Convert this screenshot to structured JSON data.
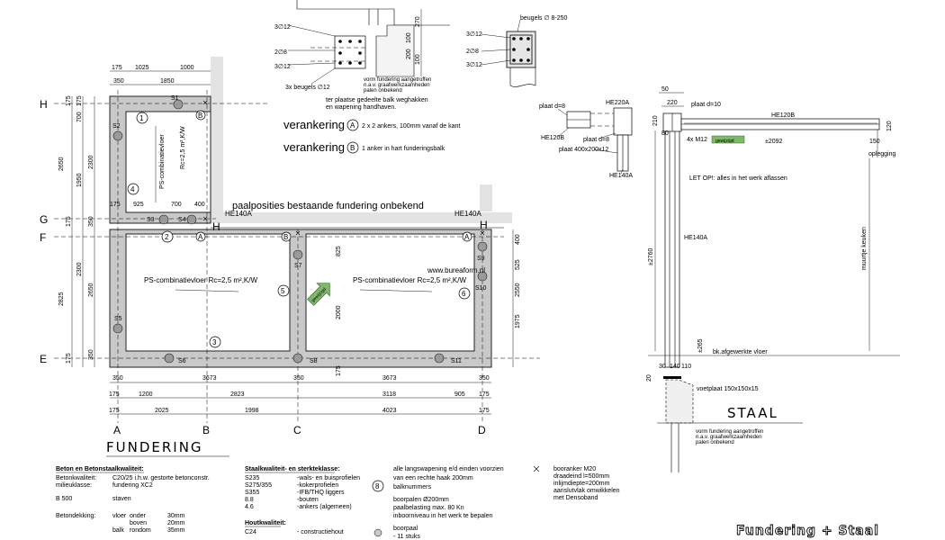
{
  "sheet_title": "Fundering + Staal",
  "plan_title": "FUNDERING",
  "steel_title": "STAAL",
  "watermark": "www.bureaform.nl",
  "grid_rows": [
    "H",
    "G",
    "F",
    "E"
  ],
  "grid_cols": [
    "A",
    "B",
    "C",
    "D"
  ],
  "room_labels": {
    "floor_small": "PS-combinatievloer",
    "rc_small": "Rc=2,5 m²,K/W",
    "floor_left": "PS-combinatievloer Rc=2,5 m²,K/W",
    "floor_right": "PS-combinatievloer Rc=2,5 m²,K/W",
    "paalposities": "paalposities bestaande fundering onbekend",
    "gewijzigd": "gewijzigd"
  },
  "beams": {
    "he140a_left": "HE140A",
    "he140a_right": "HE140A",
    "h_left": "H",
    "h_right": "H"
  },
  "piles": [
    "S1",
    "S2",
    "S3",
    "S4",
    "S5",
    "S6",
    "S7",
    "S8",
    "S9",
    "S10",
    "S11"
  ],
  "anchor_marks": {
    "a1": "A",
    "a2": "A",
    "b1": "B",
    "b2": "B"
  },
  "numbered_marks": [
    "1",
    "2",
    "3",
    "4",
    "5",
    "6"
  ],
  "dims": {
    "top1": [
      "175",
      "1025",
      "1000"
    ],
    "top2": [
      "350",
      "1850"
    ],
    "inner_top": [
      "175",
      "925",
      "700",
      "400"
    ],
    "left_a": [
      "175",
      "700",
      "2300",
      "350",
      "2300",
      "350",
      "175"
    ],
    "left_b": [
      "175",
      "1950",
      "2650",
      "2650",
      "175"
    ],
    "left_c": [
      "2650",
      "2825"
    ],
    "mid_c": [
      "825",
      "2000",
      "175"
    ],
    "right_d": [
      "400",
      "525",
      "2550",
      "1975"
    ],
    "bottom1": [
      "350",
      "3673",
      "350",
      "3673",
      "350"
    ],
    "bottom2": [
      "175",
      "1200",
      "2823",
      "3118",
      "905",
      "175"
    ],
    "bottom3": [
      "175",
      "2025",
      "1998",
      "4023",
      "175"
    ]
  },
  "section_labels": {
    "bar1": "3∅12",
    "bar2": "2∅8",
    "bar3": "3∅12",
    "beugels": "3x beugels ∅12",
    "dim_270": "270",
    "dim_100": "100",
    "dim_200": "200",
    "dim_100b": "100",
    "note1": "ter plaatse gedeelte balk weghakken",
    "note2": "en wapening handhaven.",
    "vorm": "vorm fundering aangetroffen",
    "vorm2": "n.a.v. graafwerkzaamheden",
    "vorm3": "palen onbekend"
  },
  "beam_section": {
    "bar_top": "3∅12",
    "bar_mid": "2∅8",
    "bar_bot": "3∅12",
    "beugels": "beugels ∅ 8-250"
  },
  "verankering": {
    "a_label": "verankering",
    "a_mark": "A",
    "a_text": "2 x 2 ankers, 100mm vanaf de kant",
    "b_label": "verankering",
    "b_mark": "B",
    "b_text": "1 anker in hart funderingsbalk"
  },
  "steel_detail": {
    "plaat1": "plaat d=8",
    "he120b": "HE120B",
    "he220a": "HE220A",
    "plaat2": "plaat d=8",
    "plaat3": "plaat 400x200x12",
    "he140a": "HE140A"
  },
  "steel_elev": {
    "d50": "50",
    "d220": "220",
    "plaat": "plaat d=10",
    "he120b": "HE120B",
    "d210": "210",
    "d120": "120",
    "d80": "80",
    "m12": "4x M12",
    "gewijzigd": "gewijzigd",
    "l2092": "±2092",
    "d150": "150",
    "oplegging": "oplegging",
    "letop": "LET OP!: alles in het werk aflassen",
    "he140a": "HE140A",
    "h2760": "±2760",
    "muurtje": "muurtje keuken",
    "d265": "±265",
    "afgewerkt": "bk.afgewerkte vloer",
    "d30": "30",
    "d140": "140",
    "d110": "110",
    "d20": "20",
    "voetplaat": "voetplaat 150x150x15",
    "vorm": "vorm fundering aangetroffen",
    "vorm2": "n.a.v. graafwerkzaamheden",
    "vorm3": "palen onbekend"
  },
  "notes_col1": {
    "header": "Beton en Betonstaalkwaliteit:",
    "r1": [
      "Betonkwaliteit:",
      "C20/25 i.h.w. gestorte betonconstr."
    ],
    "r2": [
      "milieuklasse:",
      "fundering XC2"
    ],
    "r3": [
      "B 500",
      "staven"
    ],
    "dek_label": "Betondekking:",
    "d1": [
      "vloer",
      "onder",
      "30mm"
    ],
    "d2": [
      "",
      "boven",
      "20mm"
    ],
    "d3": [
      "balk",
      "rondom",
      "35mm"
    ]
  },
  "notes_col2": {
    "header": "Staalkwaliteit- en sterkteklasse:",
    "rows": [
      [
        "S235",
        "-wals- en buisprofielen"
      ],
      [
        "S275/355",
        "-kokerprofielen"
      ],
      [
        "S355",
        "-IFB/THQ liggers"
      ],
      [
        "8.8",
        "-bouten"
      ],
      [
        "4.6",
        "-ankers (algemeen)"
      ]
    ],
    "hout_header": "Houtkwaliteit:",
    "hout": [
      "C24",
      "- constructiehout"
    ]
  },
  "notes_col3": {
    "l1": "alle langswapening e/d einden voorzien",
    "l2": "van een rechte haak 200mm",
    "l3": "balknummers",
    "mark": "8",
    "p1": "boorpalen Ø200mm",
    "p2": "paalbelasting max. 80 Kn",
    "p3": "inboorniveau in het werk te bepalen",
    "b1": "boorpaal",
    "b2": "- 11 stuks"
  },
  "notes_col4": {
    "l1": "booranker M20",
    "l2": "draadeind l=500mm",
    "l3": "inlijmdiepte=200mm",
    "l4": "aanslutvlak omwikkelen",
    "l5": "met Densoband"
  }
}
